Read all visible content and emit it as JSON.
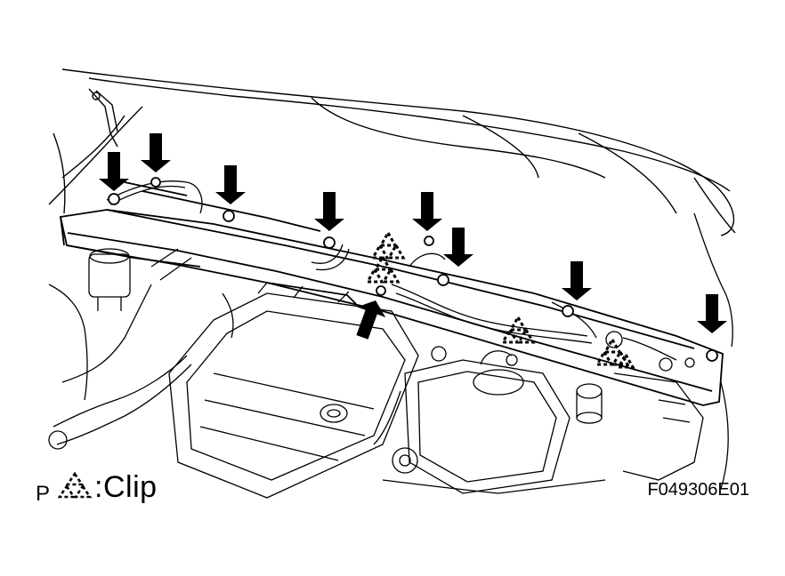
{
  "legend": {
    "prefix": "P",
    "symbol": "∴",
    "separator": ":",
    "label": "Clip"
  },
  "figure_id": "F049306E01",
  "colors": {
    "ink": "#000000",
    "paper": "#ffffff"
  },
  "callouts": {
    "bolt_arrows": 9,
    "clip_markers": 5,
    "clip_icon": "dashed-triangle-cluster-icon",
    "bolt_icon": "down-arrow-icon"
  }
}
